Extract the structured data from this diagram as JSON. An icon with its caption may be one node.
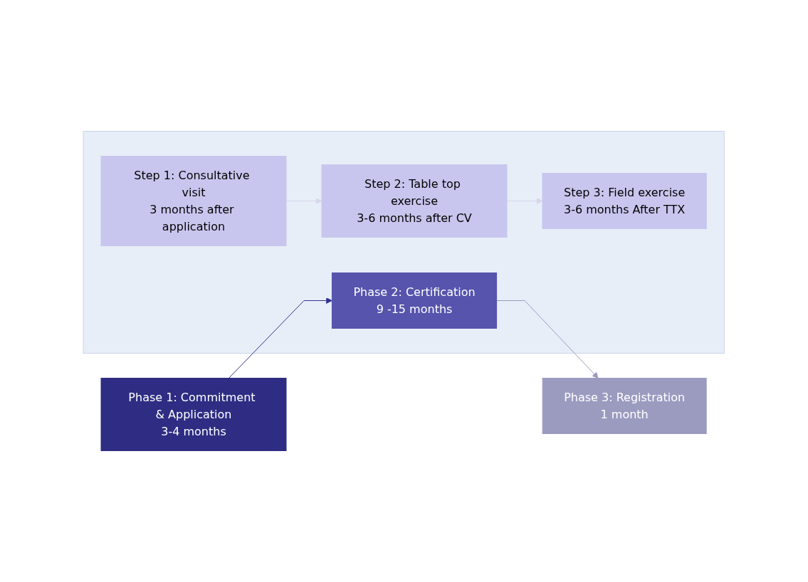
{
  "diagram": {
    "nodes": [
      {
        "text": [
          "Phase 1: Commitment & Application",
          "3-4 months"
        ]
      },
      {
        "text": [],
        "shape": "box"
      },
      {
        "text": [
          "Phase 2: Certification",
          "9 -15 months"
        ],
        "in": 1
      },
      {
        "text": [
          "Step 1: Consultative visit",
          "3 months after application"
        ],
        "in": 1
      },
      {
        "text": [
          "Step 2: Table top exercise",
          "3-6 months after CV"
        ],
        "in": 1
      },
      {
        "text": [
          "Step 3: Field exercise",
          "3-6 months After TTX"
        ],
        "in": 1
      },
      {
        "text": [
          "Phase 3: Registration",
          "1 month"
        ]
      }
    ],
    "edges": [
      {
        "from": 0,
        "to": 2,
        "arrow": "to",
        "color": "#33318f"
      },
      {
        "from": 2,
        "to": 6,
        "arrow": "to",
        "color": "#9a9ac0"
      },
      {
        "from": 3,
        "to": 4,
        "arrow": "to",
        "color": "#d6d6ec"
      },
      {
        "from": 4,
        "to": 5,
        "arrow": "to",
        "color": "#d6d6ec"
      }
    ]
  }
}
